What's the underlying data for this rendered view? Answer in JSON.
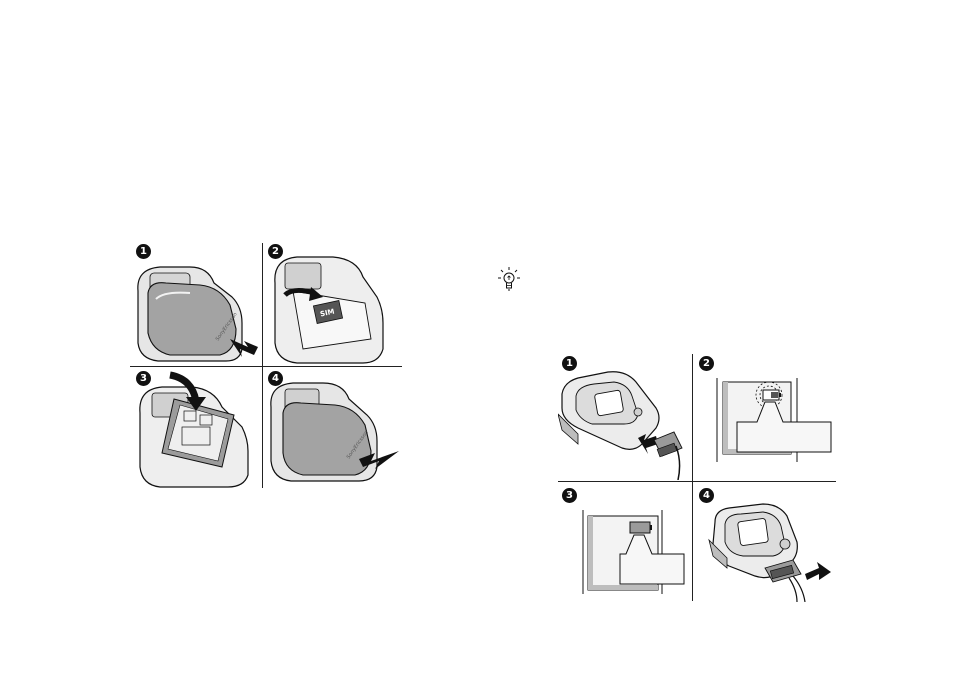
{
  "steps_left": [
    "1",
    "2",
    "3",
    "4"
  ],
  "steps_right": [
    "1",
    "2",
    "3",
    "4"
  ],
  "labels": {
    "sim": "SIM"
  },
  "icons": {
    "tip": "lightbulb-icon"
  },
  "colors": {
    "ink": "#111111",
    "cover": "#a3a3a3",
    "body": "#e6e6e6",
    "screen_shadow": "#bdbdbd"
  }
}
